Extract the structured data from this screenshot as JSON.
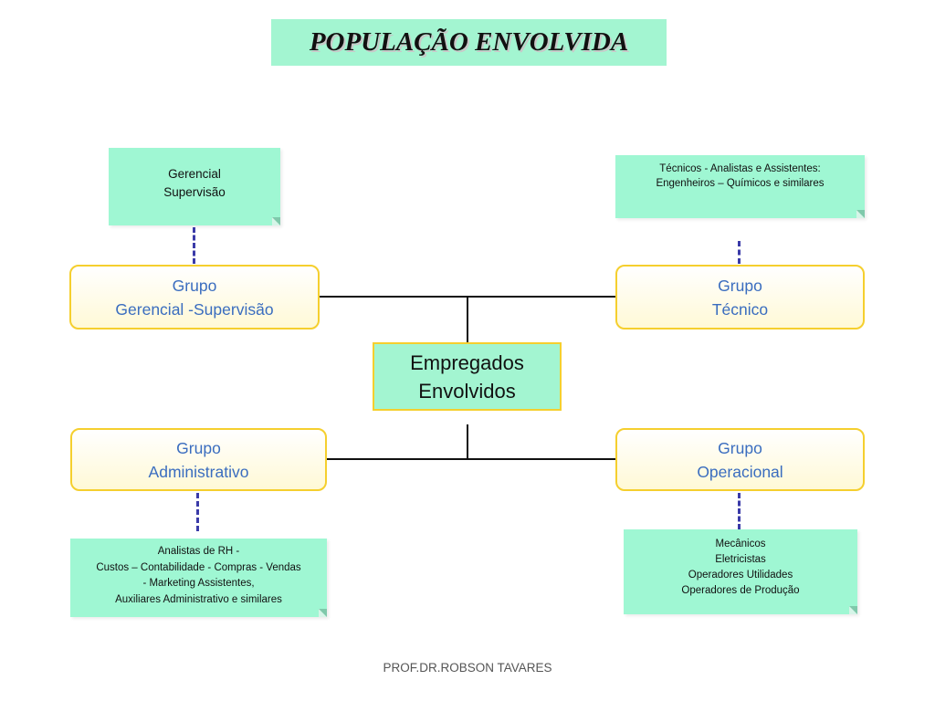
{
  "title": "POPULAÇÃO ENVOLVIDA",
  "center": {
    "line1": "Empregados",
    "line2": "Envolvidos"
  },
  "groups": {
    "gerencial": {
      "line1": "Grupo",
      "line2": "Gerencial -Supervisão"
    },
    "tecnico": {
      "line1": "Grupo",
      "line2": "Técnico"
    },
    "administrativo": {
      "line1": "Grupo",
      "line2": "Administrativo"
    },
    "operacional": {
      "line1": "Grupo",
      "line2": "Operacional"
    }
  },
  "notes": {
    "gerencial": [
      "Gerencial",
      "Supervisão"
    ],
    "tecnico": [
      "Técnicos - Analistas e Assistentes:",
      "Engenheiros – Químicos e similares"
    ],
    "administrativo": [
      "Analistas de RH -",
      "Custos – Contabilidade -  Compras - Vendas",
      "- Marketing Assistentes,",
      "Auxiliares Administrativo e similares"
    ],
    "operacional": [
      "Mecânicos",
      "Eletricistas",
      "Operadores Utilidades",
      "Operadores de Produção"
    ]
  },
  "footer": "PROF.DR.ROBSON TAVARES",
  "colors": {
    "note_fill": "#9ff7d3",
    "group_border": "#f5cf2e",
    "group_text": "#3a6dbf",
    "dashed_connector": "#3a3aa8"
  }
}
